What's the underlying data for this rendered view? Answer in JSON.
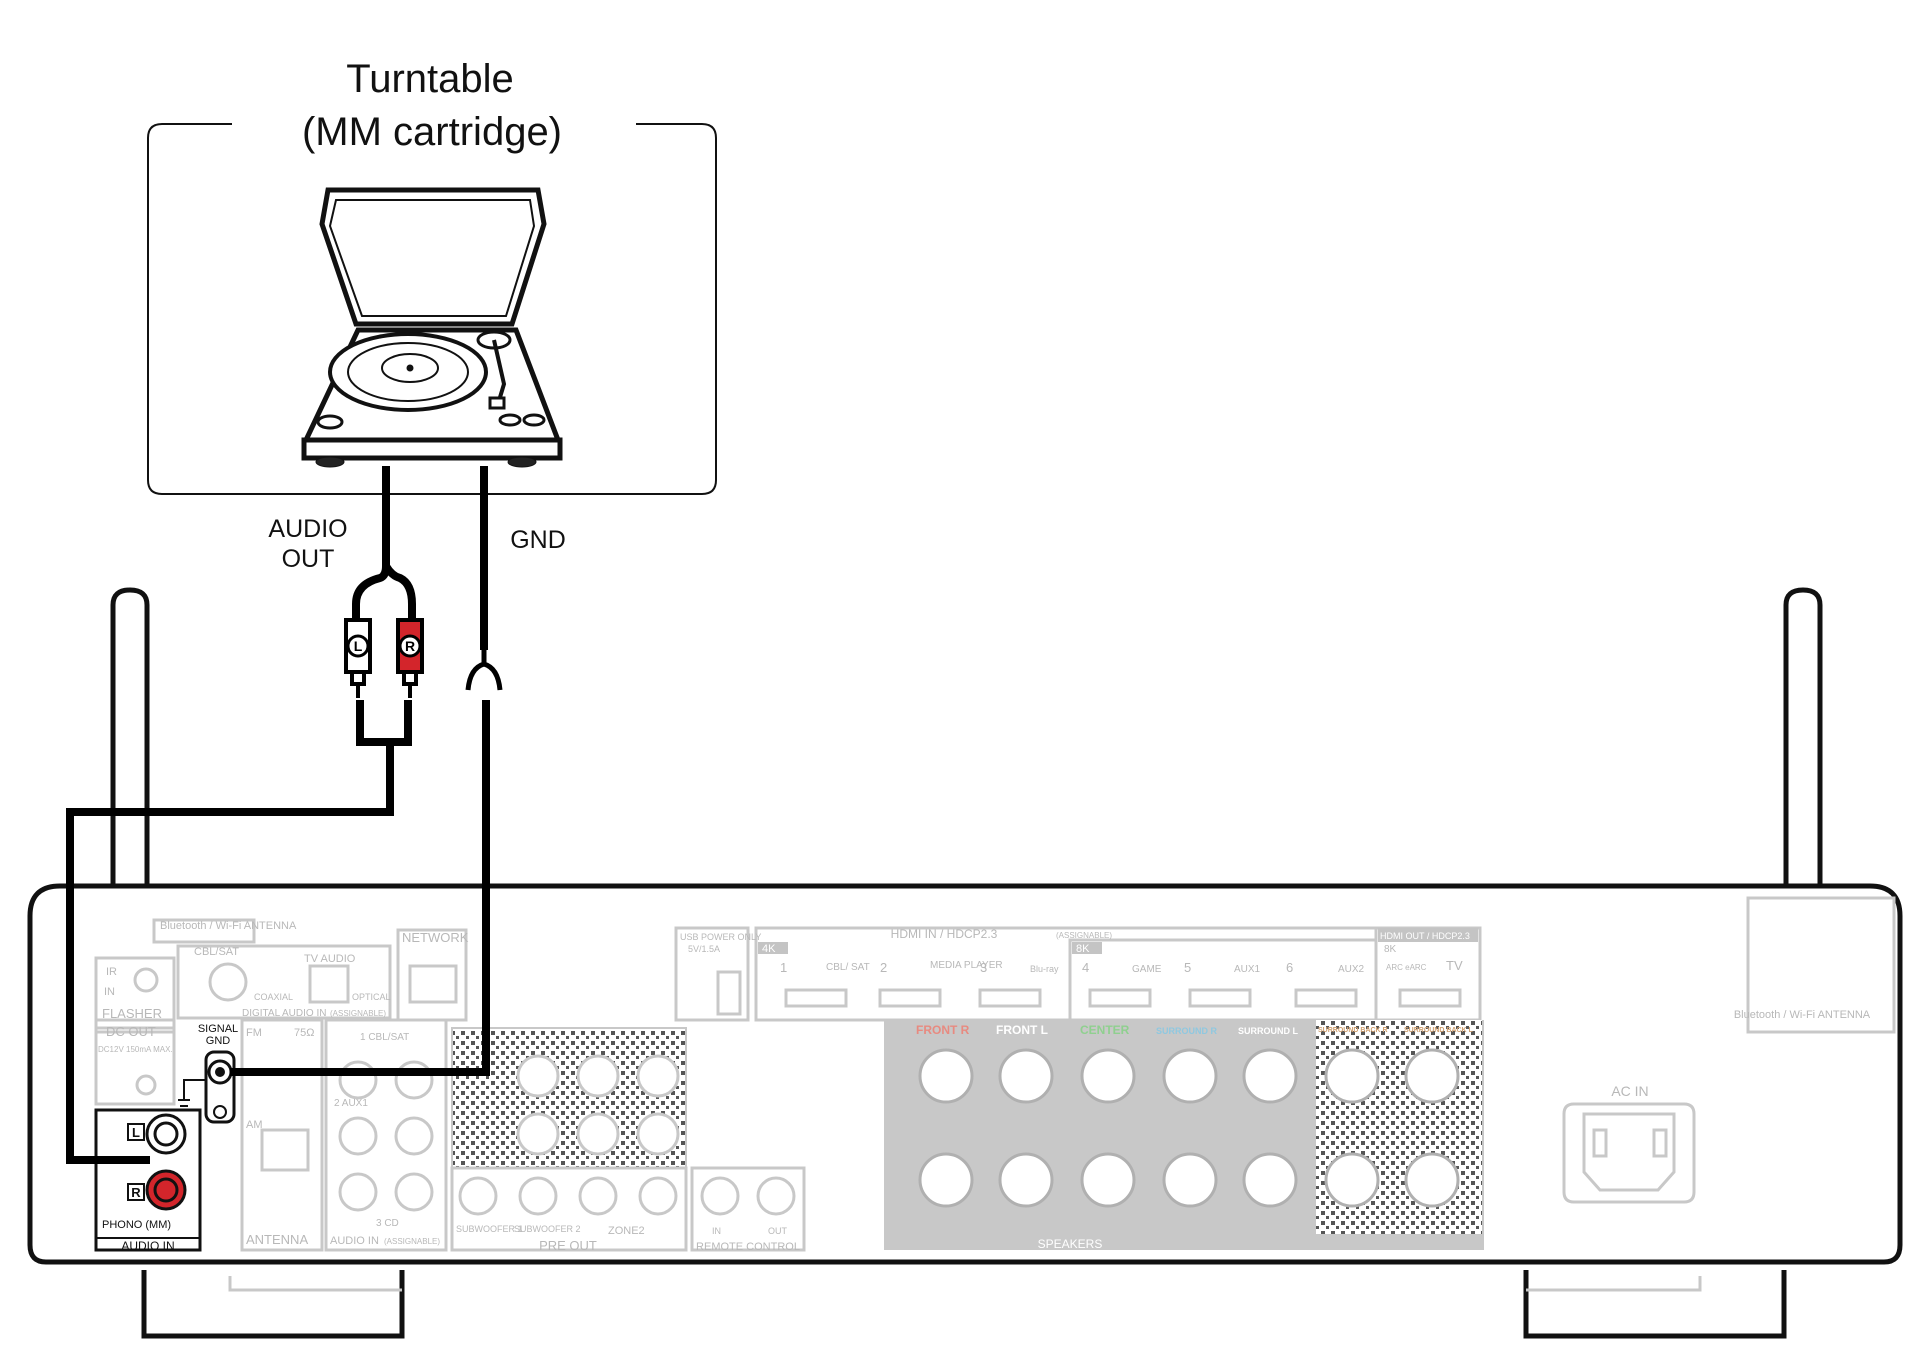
{
  "turntable": {
    "title_line1": "Turntable",
    "title_line2": "(MM cartridge)"
  },
  "cables": {
    "audio_out_line1": "AUDIO",
    "audio_out_line2": "OUT",
    "gnd": "GND",
    "plug_left": "L",
    "plug_right": "R"
  },
  "receiver": {
    "antenna_left_label": "Bluetooth / Wi-Fi ANTENNA",
    "antenna_right_label": "Bluetooth / Wi-Fi ANTENNA",
    "ir": "IR",
    "in": "IN",
    "flasher": "FLASHER",
    "dc_out": "DC OUT",
    "dc_out_spec": "DC12V 150mA MAX.",
    "cbl_sat": "CBL/SAT",
    "tv_audio": "TV AUDIO",
    "coaxial": "COAXIAL",
    "optical": "OPTICAL",
    "digital_audio_in": "DIGITAL AUDIO IN",
    "assignable": "(ASSIGNABLE)",
    "network": "NETWORK",
    "signal_gnd_line1": "SIGNAL",
    "signal_gnd_line2": "GND",
    "fm": "FM",
    "ohm75": "75Ω",
    "am": "AM",
    "antenna": "ANTENNA",
    "one_cbl_sat": "1 CBL/SAT",
    "two_aux1": "2 AUX1",
    "three_cd": "3 CD",
    "audio_in_assignable": "AUDIO IN",
    "phono_l": "L",
    "phono_r": "R",
    "phono_mm": "PHONO (MM)",
    "audio_in": "AUDIO IN",
    "subwoofer1": "SUBWOOFER 1",
    "subwoofer2": "SUBWOOFER 2",
    "zone2": "ZONE2",
    "pre_out": "PRE OUT",
    "remote_in": "IN",
    "remote_out": "OUT",
    "remote_control": "REMOTE CONTROL",
    "usb_power_line1": "USB POWER ONLY",
    "usb_power_line2": "5V/1.5A",
    "hdmi_in": "HDMI IN / HDCP2.3",
    "hdmi_assignable": "(ASSIGNABLE)",
    "badge_4k": "4K",
    "badge_8k": "8K",
    "hdmi_1": "1",
    "hdmi_1_label": "CBL/ SAT",
    "hdmi_2": "2",
    "hdmi_2_label": "MEDIA PLAYER",
    "hdmi_3": "3",
    "hdmi_3_label": "Blu-ray",
    "hdmi_4": "4",
    "hdmi_4_label": "GAME",
    "hdmi_5": "5",
    "hdmi_5_label": "AUX1",
    "hdmi_6": "6",
    "hdmi_6_label": "AUX2",
    "hdmi_out": "HDMI OUT / HDCP2.3",
    "hdmi_out_badge": "8K",
    "arc": "ARC eARC",
    "tv": "TV",
    "front_r": "FRONT R",
    "front_l": "FRONT L",
    "center": "CENTER",
    "surround_r": "SURROUND R",
    "surround_l": "SURROUND L",
    "surround_back_r": "SURROUND BACK R",
    "surround_back_l": "SURROUND BACK L",
    "speakers": "SPEAKERS",
    "ac_in": "AC IN"
  },
  "colors": {
    "cable": "#000000",
    "plug_red": "#d3252b",
    "panel_gray": "#c8c8c8",
    "front_label": "#e88a80",
    "center_label": "#8fd08f",
    "surround_label": "#8fc8e0",
    "surround_back_label": "#d0a070"
  }
}
